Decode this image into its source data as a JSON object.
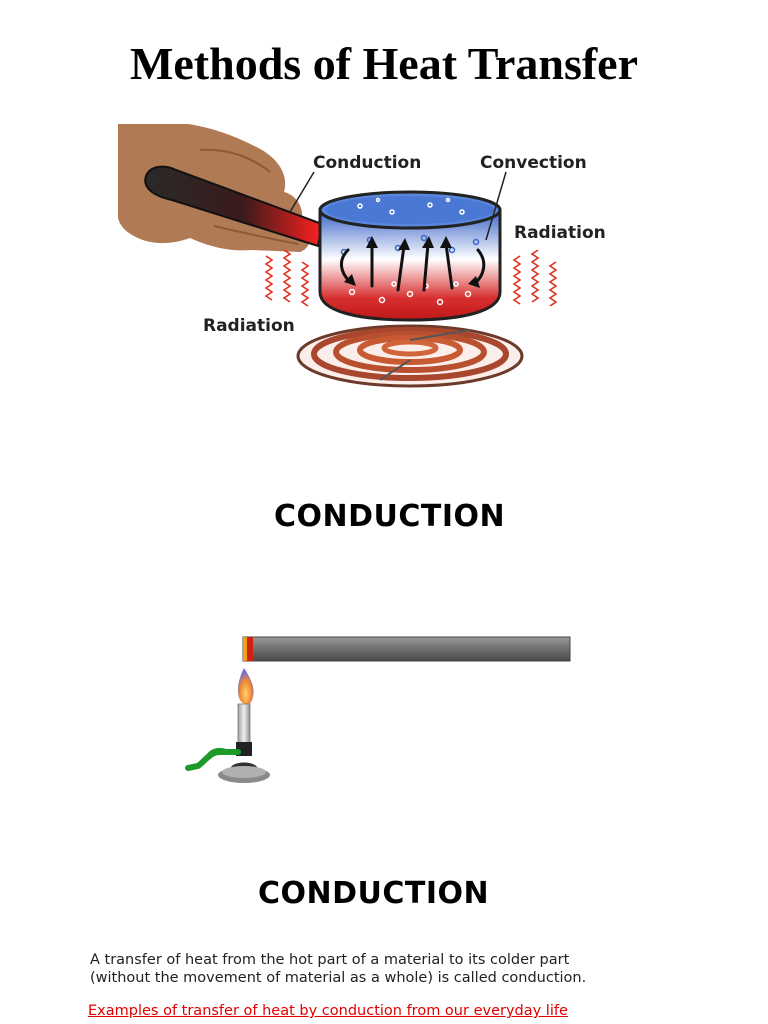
{
  "title": "Methods of Heat Transfer",
  "diagram": {
    "labels": {
      "conduction": "Conduction",
      "convection": "Convection",
      "radiation_right": "Radiation",
      "radiation_left": "Radiation"
    }
  },
  "sections": {
    "heading_1": "CONDUCTION",
    "heading_2": "CONDUCTION"
  },
  "definition": {
    "line_1": "A transfer of heat from the hot part of a material to its colder part",
    "line_2": "(without the movement of material as a whole) is called conduction."
  },
  "examples_link": "Examples of transfer of heat by conduction from our everyday life",
  "colors": {
    "link": "#e00000",
    "hot": "#d01010",
    "water": "#3f6fd0",
    "flame": "#f0a030"
  }
}
